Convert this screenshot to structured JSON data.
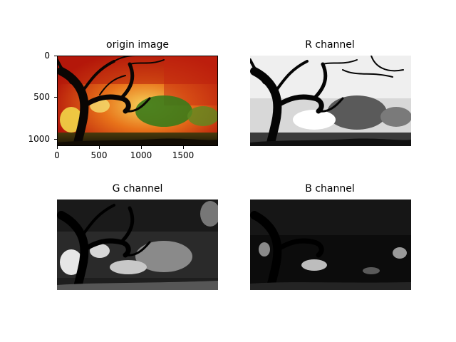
{
  "panels": [
    {
      "title": "origin image"
    },
    {
      "title": "R channel"
    },
    {
      "title": "G channel"
    },
    {
      "title": "B channel"
    }
  ],
  "origin_axes": {
    "y_ticks": [
      "0",
      "500",
      "1000"
    ],
    "x_ticks": [
      "0",
      "500",
      "1000",
      "1500"
    ]
  },
  "colors": {
    "background": "#ffffff",
    "autumn_red": "#c8200a",
    "autumn_orange": "#e86a10",
    "autumn_yellow": "#f2c23a",
    "foliage_green": "#3b7a1a",
    "trunk": "#0a0604"
  }
}
